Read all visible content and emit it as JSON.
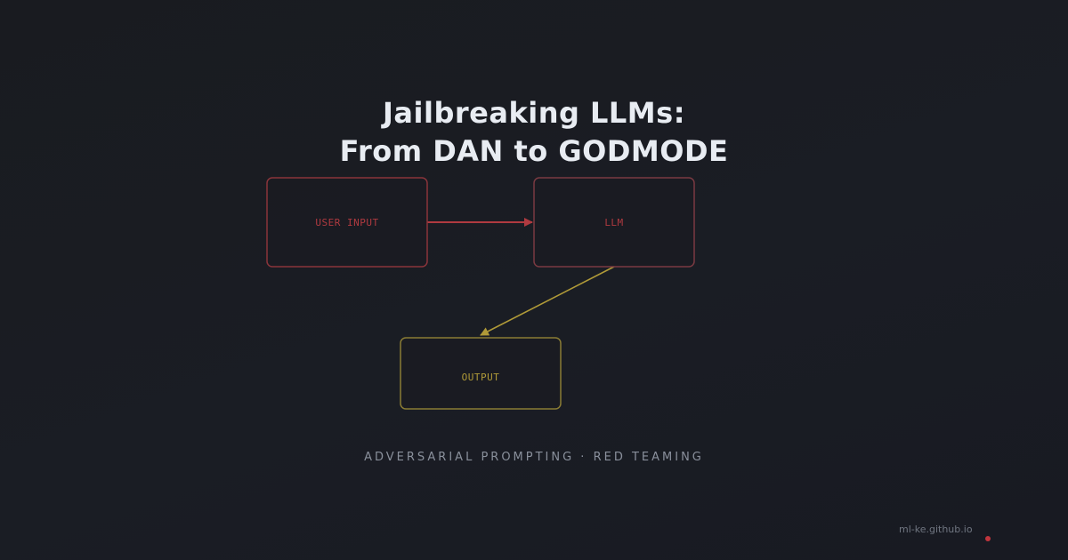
{
  "title": {
    "line1": "Jailbreaking LLMs:",
    "line2": "From DAN to GODMODE"
  },
  "diagram": {
    "nodes": [
      {
        "id": "user-input",
        "label": "USER INPUT",
        "color": "#b03a40"
      },
      {
        "id": "llm",
        "label": "LLM",
        "color": "#b03a40"
      },
      {
        "id": "output",
        "label": "OUTPUT",
        "color": "#b09a38"
      }
    ],
    "edges": [
      {
        "from": "user-input",
        "to": "llm",
        "color": "#b03a40"
      },
      {
        "from": "llm",
        "to": "output",
        "color": "#b09a38"
      }
    ]
  },
  "subtitle": "ADVERSARIAL PROMPTING · RED TEAMING",
  "footer": {
    "site": "ml-ke.github.io",
    "accent_color": "#c0353d"
  }
}
